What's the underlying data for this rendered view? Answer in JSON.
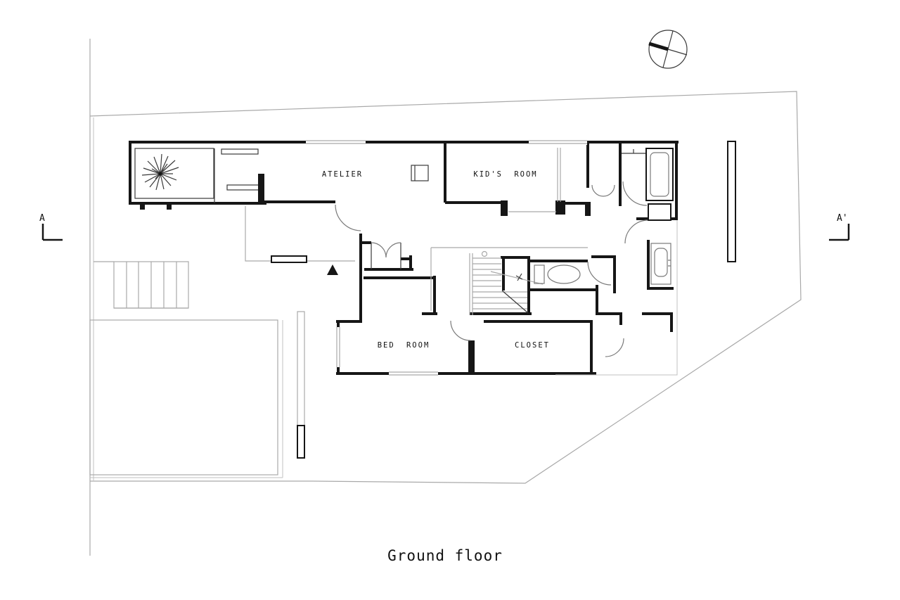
{
  "drawing": {
    "caption": "Ground floor",
    "rooms": [
      {
        "name": "atelier",
        "label": "ATELIER"
      },
      {
        "name": "kids-room",
        "label": "KID'S ROOM"
      },
      {
        "name": "bed-room",
        "label": "BED ROOM"
      },
      {
        "name": "closet",
        "label": "CLOSET"
      }
    ],
    "section_markers": {
      "left": "A",
      "right": "A'"
    },
    "symbols": {
      "north_arrow": "north-arrow-icon",
      "tree": "tree-icon",
      "entrance_marker": "entrance-triangle"
    },
    "colors": {
      "wall": "#161616",
      "site_line": "#a9a9a9",
      "fixture_line": "#7a7a7a",
      "background": "#ffffff",
      "label_text": "#111111"
    }
  }
}
